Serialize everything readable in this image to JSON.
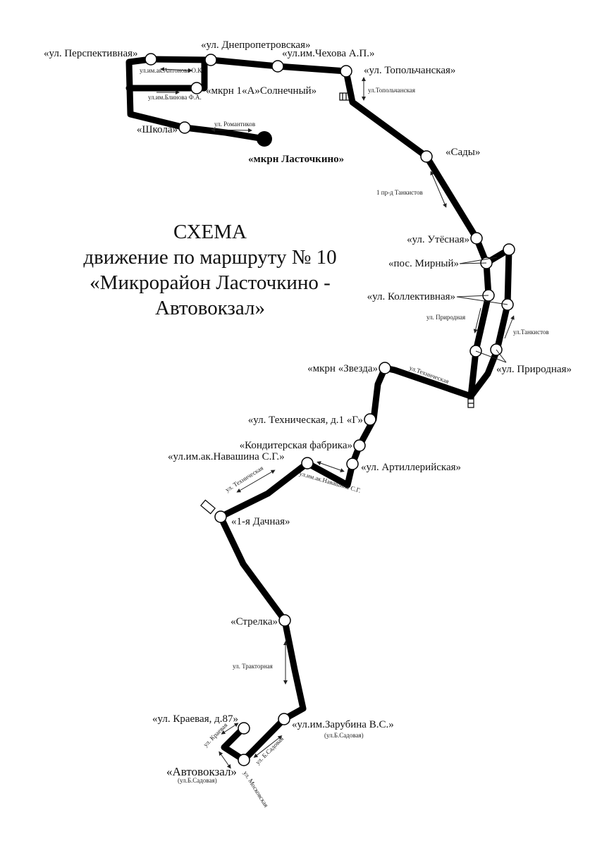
{
  "title": {
    "line1": "СХЕМА",
    "line2": "движение по маршруту № 10",
    "line3": "«Микрорайон Ласточкино -",
    "line4": "Автовокзал»"
  },
  "stops": {
    "terminal_start": "«мкрн Ласточкино»",
    "shkola": "«Школа»",
    "perspektivnaya": "«ул. Перспективная»",
    "dnepropetrovskaya": "«ул. Днепропетровская»",
    "chekhova": "«ул.им.Чехова А.П.»",
    "topolchanskaya": "«ул. Топольчанская»",
    "solnechny": "«мкрн 1«А»Солнечный»",
    "sady": "«Сады»",
    "utesnaya": "«ул. Утёсная»",
    "mirny": "«пос. Мирный»",
    "kollektivnaya": "«ул. Коллективная»",
    "prirodnaya": "«ул. Природная»",
    "zvezda": "«мкрн «Звезда»",
    "tekhnicheskaya_1g": "«ул. Техническая, д.1 «Г»",
    "konditerskaya": "«Кондитерская фабрика»",
    "navashina": "«ул.им.ак.Навашина С.Г.»",
    "artilleriyskaya": "«ул. Артиллерийская»",
    "dachnaya": "«1-я Дачная»",
    "strelka": "«Стрелка»",
    "kraevaya": "«ул. Краевая, д.87»",
    "zarubina": "«ул.им.Зарубина В.С.»",
    "zarubina_note": "(ул.Б.Садовая)",
    "avtovokzal": "«Автовокзал»",
    "avtovokzal_note": "(ул.Б.Садовая)"
  },
  "streets": {
    "antonova": "ул.им.ак.Антонова О.К",
    "blinova": "ул.им.Блинова Ф.А.",
    "romantikov": "ул. Романтиков",
    "topolchanskaya": "ул.Топольчанская",
    "tankistov_pr": "1 пр-д Танкистов",
    "prirodnaya": "ул. Природная",
    "tankistov": "ул.Танкистов",
    "tekhnicheskaya_a": "ул.Техническая",
    "tekhnicheskaya_b": "ул. Техническая",
    "navashina": "ул.им.ак.Навашина С.Г.",
    "traktornaya": "ул. Тракторная",
    "kraevaya": "ул. Краевая",
    "b_sadovaya": "ул. Б.Садовая",
    "moskovskaya": "ул. Московская"
  }
}
